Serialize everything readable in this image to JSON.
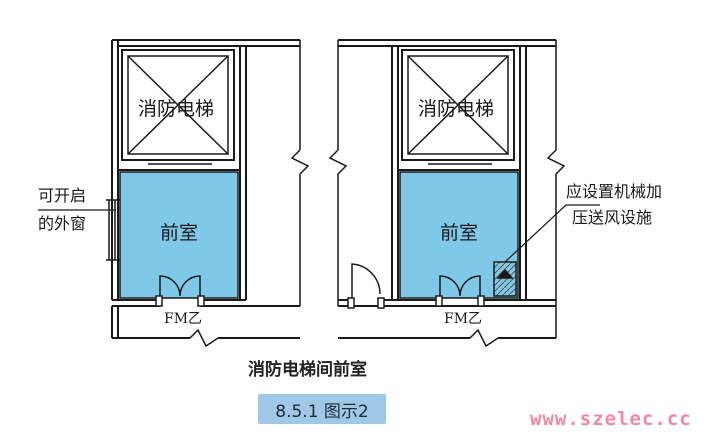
{
  "labels": {
    "elevator_left": "消防电梯",
    "elevator_right": "消防电梯",
    "anteroom_left": "前室",
    "anteroom_right": "前室",
    "door_left": "FM乙",
    "door_right": "FM乙",
    "window_line1": "可开启",
    "window_line2": "的外窗",
    "pressurization_line1": "应设置机械加",
    "pressurization_line2": "压送风设施",
    "caption": "消防电梯间前室",
    "figure_badge": "8.5.1 图示2",
    "watermark": "www.szelec.cc"
  },
  "colors": {
    "anteroom_fill": "#7fc8e8",
    "wall": "#1a1a1a",
    "badge": "#9ec8e6",
    "watermark": "#ef8aa6"
  }
}
